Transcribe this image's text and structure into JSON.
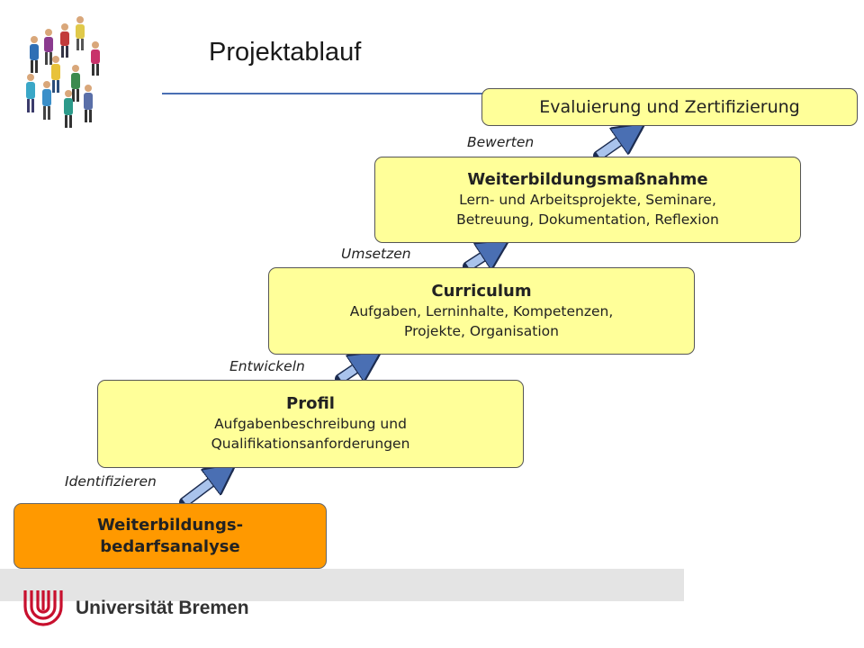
{
  "title": "Projektablauf",
  "colors": {
    "step_fill": "#ffff99",
    "start_fill": "#ff9900",
    "arrow": "#4a6fb3",
    "title_rule": "#4a6fb3"
  },
  "icons": [
    "people-illustration-icon",
    "university-seal-icon"
  ],
  "steps": [
    {
      "heading": "Weiterbildungs-",
      "heading2": "bedarfsanalyse"
    },
    {
      "heading": "Profil",
      "line1": "Aufgabenbeschreibung und",
      "line2": "Qualifikationsanforderungen"
    },
    {
      "heading": "Curriculum",
      "line1": "Aufgaben, Lerninhalte, Kompetenzen,",
      "line2": "Projekte, Organisation"
    },
    {
      "heading": "Weiterbildungsmaßnahme",
      "line1": "Lern- und Arbeitsprojekte, Seminare,",
      "line2": "Betreuung, Dokumentation, Reflexion"
    },
    {
      "heading": "Evaluierung und Zertifizierung"
    }
  ],
  "transitions": [
    "Identifizieren",
    "Entwickeln",
    "Umsetzen",
    "Bewerten"
  ],
  "footer": {
    "university": "Universität Bremen"
  }
}
